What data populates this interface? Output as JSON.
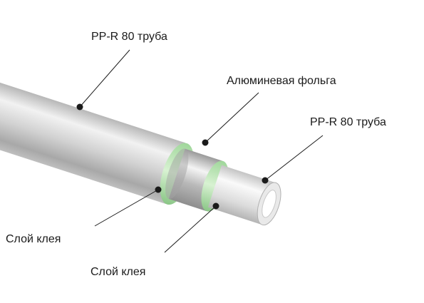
{
  "labels": {
    "outer_pipe": "PP-R 80 труба",
    "aluminum_foil": "Алюминевая фольга",
    "inner_pipe": "PP-R 80 труба",
    "glue_layer_outer": "Слой клея",
    "glue_layer_inner": "Слой клея"
  },
  "colors": {
    "pipe_gray": "#c9c9c9",
    "glue_green": "#b8e3b0",
    "foil_silver": "#d8d8d8",
    "leader_line": "#1a1a1a"
  }
}
